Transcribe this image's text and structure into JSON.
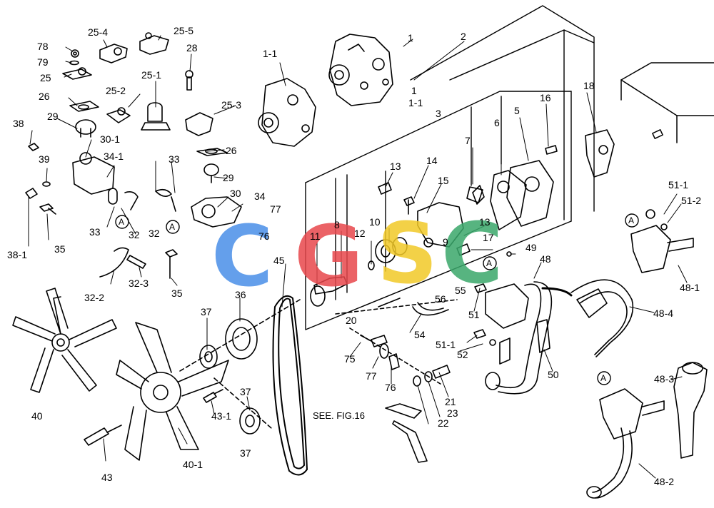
{
  "diagram": {
    "part_labels": [
      "78",
      "79",
      "25",
      "26",
      "29",
      "38",
      "39",
      "38-1",
      "35",
      "33",
      "32",
      "25-4",
      "25-5",
      "25-2",
      "28",
      "25-1",
      "25-3",
      "30-1",
      "34-1",
      "30",
      "34",
      "1",
      "1-1",
      "2",
      "1",
      "1-1",
      "3",
      "18",
      "16",
      "5",
      "6",
      "7",
      "13",
      "14",
      "15",
      "77",
      "76",
      "11",
      "8",
      "12",
      "10",
      "13",
      "17",
      "9",
      "49",
      "48",
      "48-1",
      "51-1",
      "51-2",
      "A",
      "A",
      "A",
      "A",
      "A",
      "45",
      "36",
      "37",
      "40",
      "40-1",
      "43",
      "43-1",
      "37",
      "37",
      "32-2",
      "32-3",
      "35",
      "20",
      "56",
      "55",
      "51",
      "54",
      "48-4",
      "51-1",
      "52",
      "50",
      "75",
      "77",
      "76",
      "21",
      "23",
      "22",
      "48-3",
      "48-2",
      "32",
      "33",
      "29",
      "26"
    ],
    "reference_note": "SEE. FIG.16",
    "watermark": {
      "letters": [
        "C",
        "G",
        "S",
        "C"
      ],
      "colors": [
        "#4a8fe8",
        "#e8474c",
        "#f2c928",
        "#3aa86b"
      ]
    }
  }
}
